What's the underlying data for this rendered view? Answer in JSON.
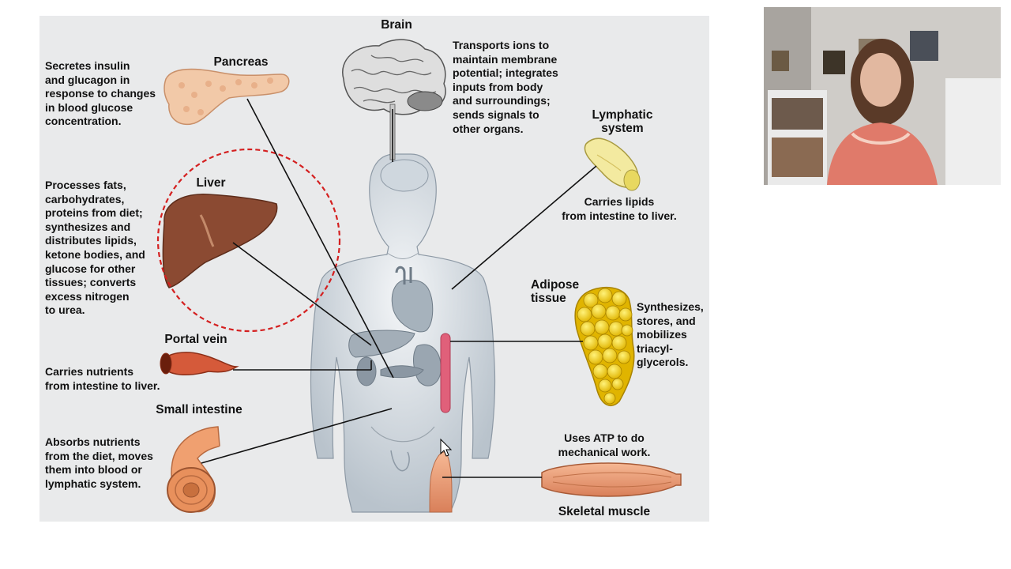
{
  "slide": {
    "brain": {
      "title": "Brain",
      "desc": "Transports ions to\nmaintain membrane\npotential; integrates\ninputs from body\nand surroundings;\nsends signals to\nother organs."
    },
    "pancreas": {
      "title": "Pancreas",
      "desc": "Secretes insulin\nand glucagon in\nresponse to changes\nin blood glucose\nconcentration."
    },
    "liver": {
      "title": "Liver",
      "desc": "Processes fats,\ncarbohydrates,\nproteins from diet;\nsynthesizes and\ndistributes lipids,\nketone bodies, and\nglucose for other\ntissues; converts\nexcess nitrogen\nto urea."
    },
    "portal_vein": {
      "title": "Portal vein",
      "desc": "Carries nutrients\nfrom intestine to liver."
    },
    "small_intestine": {
      "title": "Small intestine",
      "desc": "Absorbs nutrients\nfrom the diet, moves\nthem into blood or\nlymphatic system."
    },
    "lymphatic": {
      "title": "Lymphatic\nsystem",
      "desc": "Carries lipids\nfrom intestine to liver."
    },
    "adipose": {
      "title": "Adipose\ntissue",
      "desc": "Synthesizes,\nstores, and\nmobilizes\ntriacyl-\nglycerols."
    },
    "muscle": {
      "title": "Skeletal muscle",
      "desc": "Uses ATP to do\nmechanical work."
    }
  },
  "colors": {
    "slide_bg": "#e9eaeb",
    "liver": "#8b4a32",
    "pancreas": "#f2c9a8",
    "adipose": "#f2d023",
    "annotation_circle": "#d42020",
    "muscle": "#e89a70",
    "lymphatic": "#f3eaa0"
  },
  "icons": [
    "mouse-cursor-icon"
  ]
}
